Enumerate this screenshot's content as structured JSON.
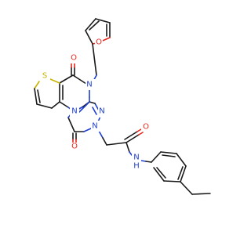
{
  "atoms": {
    "o_top": {
      "label": "O",
      "color": "#e8261c"
    },
    "s_thio": {
      "label": "S",
      "color": "#c8b400"
    },
    "o_furan": {
      "label": "O",
      "color": "#e8261c"
    },
    "n4": {
      "label": "N",
      "color": "#1f3fd1"
    },
    "n_fused": {
      "label": "N",
      "color": "#1f3fd1"
    },
    "n_ring_right": {
      "label": "N",
      "color": "#1f3fd1"
    },
    "n2": {
      "label": "N",
      "color": "#1f3fd1"
    },
    "o_bottom": {
      "label": "O",
      "color": "#e8261c"
    },
    "o_amide": {
      "label": "O",
      "color": "#e8261c"
    },
    "nh": {
      "label": "N",
      "color": "#1f3fd1"
    },
    "h": {
      "label": "H",
      "color": "#1f3fd1"
    }
  }
}
